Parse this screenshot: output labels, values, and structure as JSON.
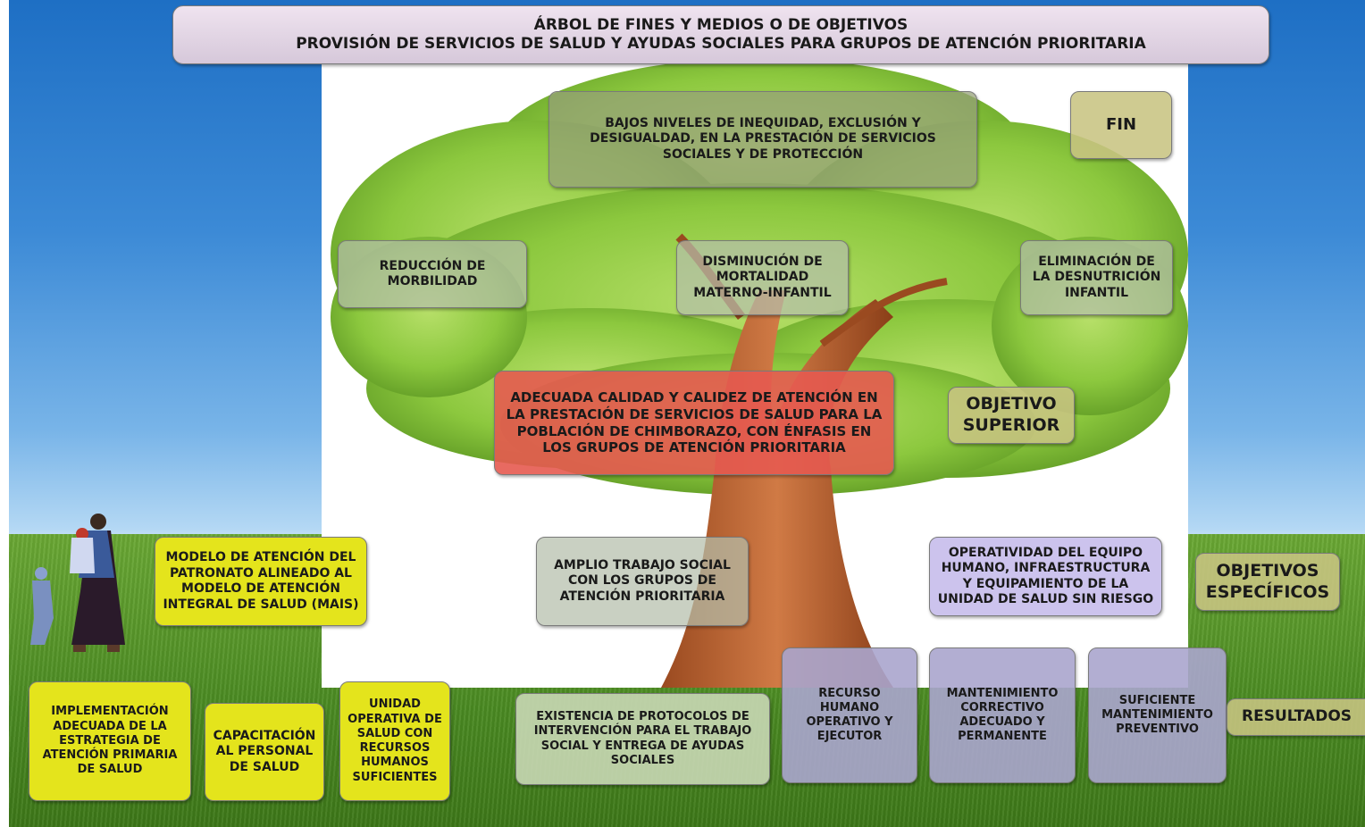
{
  "header": {
    "line1": "ÁRBOL DE FINES Y MEDIOS O DE OBJETIVOS",
    "line2": "PROVISIÓN DE SERVICIOS DE SALUD Y AYUDAS SOCIALES PARA GRUPOS DE ATENCIÓN PRIORITARIA"
  },
  "fin": {
    "label": "FIN",
    "text": "BAJOS NIVELES DE INEQUIDAD, EXCLUSIÓN Y DESIGUALDAD, EN LA PRESTACIÓN DE SERVICIOS SOCIALES Y DE PROTECCIÓN"
  },
  "fines": [
    "REDUCCIÓN DE MORBILIDAD",
    "DISMINUCIÓN DE MORTALIDAD MATERNO-INFANTIL",
    "ELIMINACIÓN DE LA DESNUTRICIÓN INFANTIL"
  ],
  "objetivo_superior": {
    "label": "OBJETIVO SUPERIOR",
    "text": "ADECUADA CALIDAD Y CALIDEZ DE ATENCIÓN EN LA PRESTACIÓN DE SERVICIOS DE SALUD PARA LA POBLACIÓN DE CHIMBORAZO, CON ÉNFASIS EN LOS GRUPOS DE ATENCIÓN PRIORITARIA"
  },
  "objetivos_especificos": {
    "label": "OBJETIVOS ESPECÍFICOS",
    "items": [
      "MODELO DE ATENCIÓN DEL PATRONATO ALINEADO AL MODELO DE ATENCIÓN INTEGRAL DE SALUD (MAIS)",
      "AMPLIO TRABAJO SOCIAL CON LOS GRUPOS DE ATENCIÓN PRIORITARIA",
      "OPERATIVIDAD DEL EQUIPO HUMANO, INFRAESTRUCTURA Y EQUIPAMIENTO DE LA UNIDAD DE SALUD SIN RIESGO"
    ]
  },
  "resultados": {
    "label": "RESULTADOS",
    "items": [
      "IMPLEMENTACIÓN ADECUADA DE LA ESTRATEGIA DE ATENCIÓN PRIMARIA DE SALUD",
      "CAPACITACIÓN AL PERSONAL DE SALUD",
      "UNIDAD OPERATIVA DE SALUD CON RECURSOS HUMANOS SUFICIENTES",
      "EXISTENCIA DE PROTOCOLOS DE INTERVENCIÓN PARA EL TRABAJO SOCIAL Y ENTREGA DE AYUDAS SOCIALES",
      "RECURSO HUMANO OPERATIVO Y EJECUTOR",
      "MANTENIMIENTO CORRECTIVO ADECUADO Y PERMANENTE",
      "SUFICIENTE MANTENIMIENTO PREVENTIVO"
    ]
  }
}
